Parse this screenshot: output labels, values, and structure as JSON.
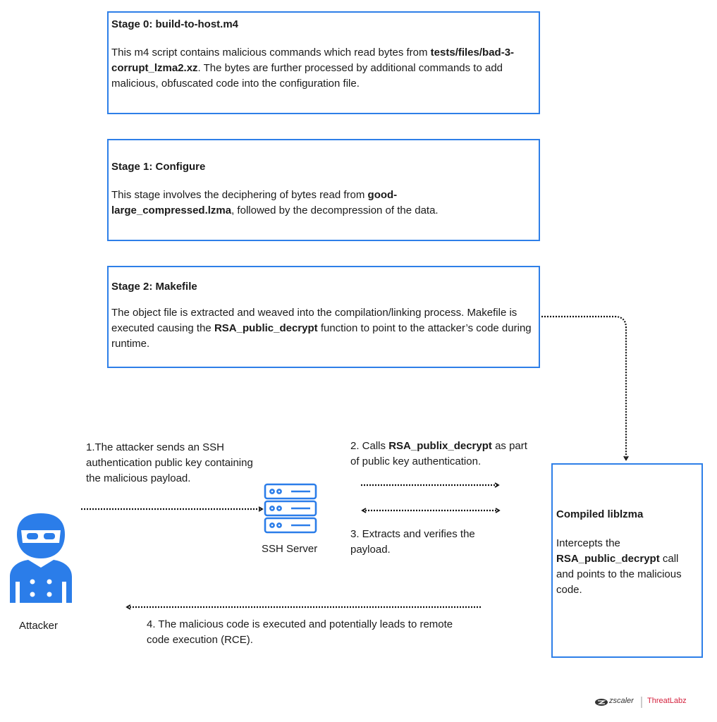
{
  "stages": [
    {
      "title": "Stage 0: build-to-host.m4",
      "body": [
        {
          "t": "This m4 script contains malicious commands which read bytes from "
        },
        {
          "t": "tests/files/bad-3-corrupt_lzma2.xz",
          "b": true
        },
        {
          "t": ". The bytes are further processed by additional commands to add malicious, obfuscated code into the configuration file."
        }
      ]
    },
    {
      "title": "Stage 1: Configure",
      "body": [
        {
          "t": "This stage involves the deciphering of bytes read from  "
        },
        {
          "t": "good-large_compressed.lzma",
          "b": true
        },
        {
          "t": ", followed by the decompression of the data."
        }
      ]
    },
    {
      "title": "Stage 2: Makefile",
      "body": [
        {
          "t": "The object file is extracted and weaved into the compilation/linking process. Makefile is executed causing the "
        },
        {
          "t": "RSA_public_decrypt",
          "b": true
        },
        {
          "t": " function to point to the attacker’s code during runtime."
        }
      ]
    }
  ],
  "flow": {
    "step1": "1.The attacker sends an SSH authentication public key containing the malicious payload.",
    "step2": [
      {
        "t": "2. Calls "
      },
      {
        "t": "RSA_publix_decrypt",
        "b": true
      },
      {
        "t": " as part of public key authentication."
      }
    ],
    "step3": "3. Extracts and verifies the payload.",
    "step4": "4. The malicious code is executed and potentially leads to remote code execution (RCE).",
    "ssh_server_label": "SSH Server",
    "attacker_label": "Attacker"
  },
  "liblzma": {
    "title": "Compiled liblzma",
    "body": [
      {
        "t": "Intercepts the "
      },
      {
        "t": "RSA_public_decrypt",
        "b": true
      },
      {
        "t": " call and points to the malicious code."
      }
    ]
  },
  "branding": {
    "company": "zscaler",
    "product": "ThreatLabz"
  },
  "colors": {
    "box_border": "#2e7fe8",
    "icon_blue": "#2b7de9",
    "arrow": "#111111",
    "brand_red": "#d4213d"
  }
}
